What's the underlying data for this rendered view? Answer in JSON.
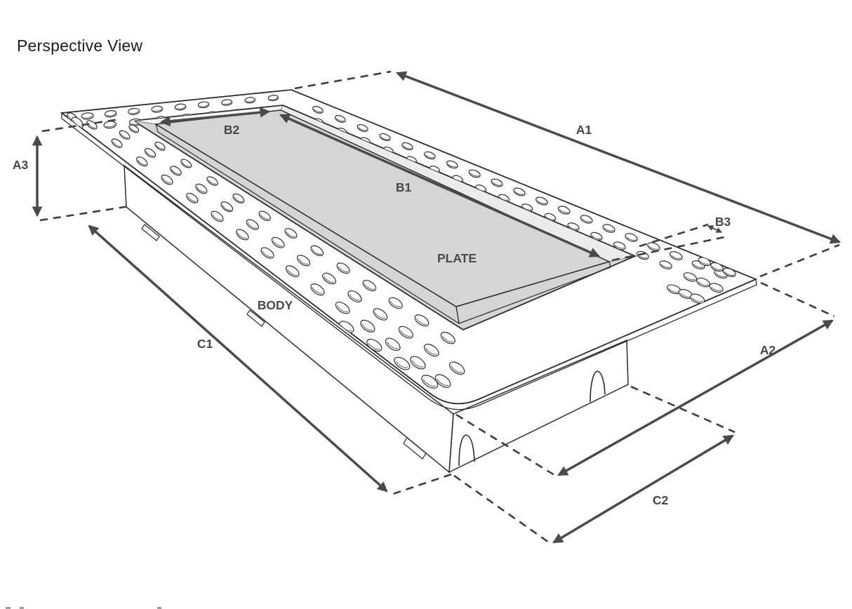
{
  "title": "Perspective View",
  "labels": {
    "a1": "A1",
    "a2": "A2",
    "a3": "A3",
    "b1": "B1",
    "b2": "B2",
    "b3": "B3",
    "c1": "C1",
    "c2": "C2",
    "plate": "PLATE",
    "body": "BODY"
  },
  "colors": {
    "flange": "#c6c6c6",
    "plate": "#b8b8b8",
    "recess_ledge": "#d5d5d5",
    "body_left_face": "#e9e9e9",
    "body_right_face": "#f7f7f7",
    "outline": "#2d2d2d",
    "dimension_arrow": "#4a4a4a",
    "label_text": "#474747"
  }
}
